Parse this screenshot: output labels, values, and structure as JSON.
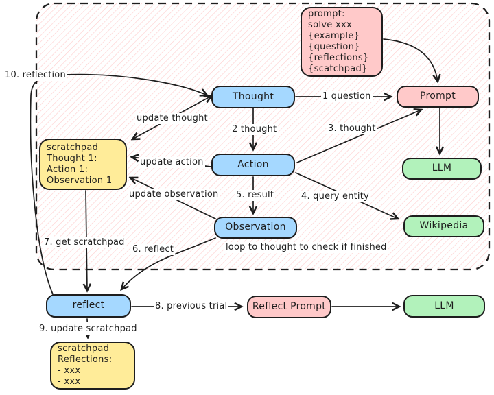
{
  "colors": {
    "stroke": "#1e1e1e",
    "blue": "#a5d8ff",
    "pink": "#ffc9c9",
    "green": "#b2f2bb",
    "yellow": "#ffec99",
    "hatch": "#ffc6c6",
    "canvas": "#ffffff"
  },
  "nodes": {
    "prompt_spec": {
      "lines": [
        "prompt:",
        "solve xxx",
        "{example}",
        "{question}",
        "{reflections}",
        "{scatchpad}"
      ]
    },
    "thought": {
      "label": "Thought"
    },
    "prompt": {
      "label": "Prompt"
    },
    "action": {
      "label": "Action"
    },
    "llm_top": {
      "label": "LLM"
    },
    "observation": {
      "label": "Observation"
    },
    "wikipedia": {
      "label": "Wikipedia"
    },
    "scratchpad_top": {
      "lines": [
        "scratchpad",
        "Thought 1:",
        "Action 1:",
        "Observation 1"
      ]
    },
    "reflect": {
      "label": "reflect"
    },
    "reflect_prompt": {
      "label": "Reflect Prompt"
    },
    "llm_bottom": {
      "label": "LLM"
    },
    "scratchpad_bottom": {
      "lines": [
        "scratchpad",
        "Reflections:",
        "- xxx",
        "- xxx"
      ]
    }
  },
  "edge_labels": {
    "reflection10": "10. reflection",
    "update_thought": "update thought",
    "question1": "1 question",
    "thought2": "2 thought",
    "thought3": "3. thought",
    "update_action": "update action",
    "update_observation": "update observation",
    "result5": "5. result",
    "query_entity4": "4. query entity",
    "loop_note": "loop to thought to check if finished",
    "reflect6": "6. reflect",
    "get_scratchpad7": "7. get scratchpad",
    "previous_trial8": "8. previous trial",
    "update_scratchpad9": "9. update scratchpad"
  }
}
